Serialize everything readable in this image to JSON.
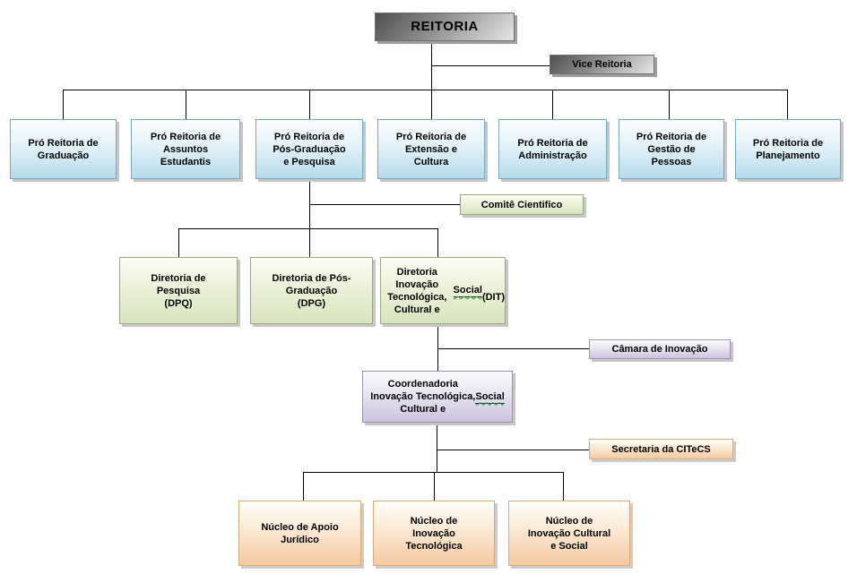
{
  "page": {
    "background": "#ffffff",
    "line_color": "#000000"
  },
  "palette": {
    "gray_box": {
      "top": "#4f4f4f",
      "bottom": "#e6e6e6",
      "border": "#6e6e6e"
    },
    "blue_box": {
      "top": "#fbfeff",
      "bottom": "#b7dbeb",
      "border": "#76aac1"
    },
    "green_box": {
      "top": "#fcfdf5",
      "bottom": "#d8e4bd",
      "border": "#9cab7c"
    },
    "purple_box": {
      "top": "#fbfafd",
      "bottom": "#cbc3de",
      "border": "#9d94b5"
    },
    "orange_box": {
      "top": "#fffefb",
      "bottom": "#f5c9a1",
      "border": "#ddab78"
    },
    "grammar_wavy_color": "#2f9e44"
  },
  "nodes": {
    "reitoria": {
      "label": "REITORIA"
    },
    "vice_reitoria": {
      "label": "Vice Reitoria"
    },
    "pro_reitorias": [
      {
        "label": "Pró Reitoria de\nGraduação"
      },
      {
        "label": "Pró Reitoria de\nAssuntos\nEstudantis"
      },
      {
        "label": "Pró Reitoria de\nPós-Graduação\ne Pesquisa"
      },
      {
        "label": "Pró Reitoria de\nExtensão e\nCultura"
      },
      {
        "label": "Pró Reitoria de\nAdministração"
      },
      {
        "label": "Pró Reitoria de\nGestão de\nPessoas"
      },
      {
        "label": "Pró Reitoria de\nPlanejamento"
      }
    ],
    "comite": {
      "label": "Comitê Cientifico"
    },
    "diretorias": [
      {
        "label": "Diretoria de\nPesquisa\n(DPQ)"
      },
      {
        "label": "Diretoria de Pós-\nGraduação\n(DPG)"
      },
      {
        "label": "Diretoria Inovação\nTecnológica,\nCultural e Social\n(DIT)"
      }
    ],
    "camara": {
      "label": "Câmara de Inovação"
    },
    "coordenadoria": {
      "label": "Coordenadoria\nInovação Tecnológica,\nCultural e Social"
    },
    "secretaria": {
      "label": "Secretaria da CITeCS"
    },
    "nucleos": [
      {
        "label": "Núcleo de Apoio\nJurídico"
      },
      {
        "label": "Núcleo de\nInovação\nTecnológica"
      },
      {
        "label": "Núcleo de\nInovação Cultural\ne Social"
      }
    ]
  }
}
